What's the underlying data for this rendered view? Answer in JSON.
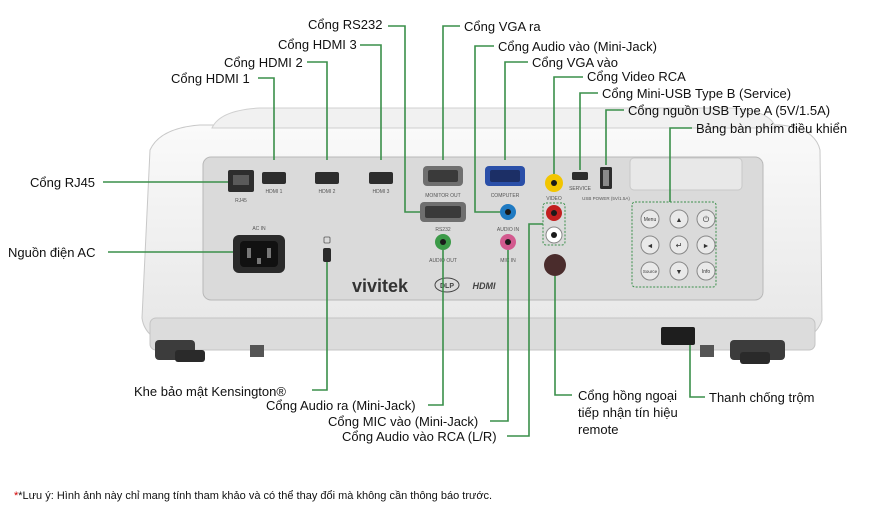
{
  "brand": {
    "logo_text": "vivitek",
    "dlp_text": "DLP",
    "hdmi_text": "HDMI"
  },
  "colors": {
    "leader": "#3a8f4a",
    "body": "#f4f4f4",
    "panel": "#d9d9d9",
    "note_star": "#d00000"
  },
  "port_silkscreen": {
    "rj45": "RJ45",
    "hdmi1": "HDMI 1",
    "hdmi2": "HDMI 2",
    "hdmi3": "HDMI 3",
    "monitor_out": "MONITOR OUT",
    "computer": "COMPUTER",
    "service": "SERVICE",
    "usb_power": "USB POWER (5V/1.5A)",
    "ac_in": "AC IN",
    "rs232": "RS232",
    "audio_in": "AUDIO IN",
    "audio_out": "AUDIO OUT",
    "mic_in": "MIC IN",
    "video": "VIDEO"
  },
  "keypad": {
    "menu": "Menu",
    "up": "▲",
    "power": "⏻",
    "left": "◄",
    "enter": "↵",
    "right": "►",
    "source": "Source",
    "down": "▼",
    "info": "Info"
  },
  "callouts": {
    "rs232": "Cổng RS232",
    "vga_out": "Cổng VGA ra",
    "hdmi3": "Cổng HDMI 3",
    "audio_in_mini": "Cổng Audio vào (Mini-Jack)",
    "hdmi2": "Cổng HDMI 2",
    "vga_in": "Cổng VGA vào",
    "hdmi1": "Cổng HDMI 1",
    "video_rca": "Cổng Video RCA",
    "mini_usb": "Cổng Mini-USB Type B (Service)",
    "usb_power": "Cổng nguồn USB Type A (5V/1.5A)",
    "keypad": "Bảng bàn phím điều khiển",
    "rj45": "Cổng RJ45",
    "ac_power": "Nguồn điện AC",
    "kensington": "Khe bảo mật Kensington®",
    "audio_out_mini": "Cổng Audio ra (Mini-Jack)",
    "mic_in": "Cổng MIC vào (Mini-Jack)",
    "audio_rca": "Cổng Audio vào RCA (L/R)",
    "ir_line1": "Cổng hồng ngoại",
    "ir_line2": "tiếp nhận tín hiệu",
    "ir_line3": "remote",
    "security_bar": "Thanh chống trộm"
  },
  "note": {
    "star": "*",
    "text": "*Lưu ý: Hình ảnh này chỉ mang tính tham khảo và có thể thay đổi mà không cần thông báo trước."
  }
}
